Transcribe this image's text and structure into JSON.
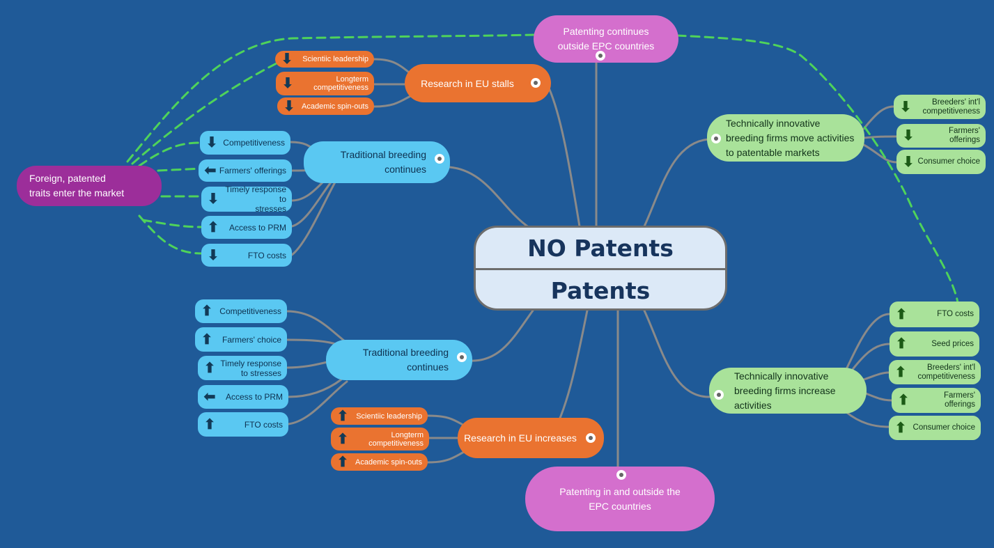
{
  "center": {
    "top_label": "NO Patents",
    "bottom_label": "Patents"
  },
  "top_pink": {
    "text": "Patenting continues\noutside EPC countries"
  },
  "bottom_pink": {
    "text": "Patenting in and outside the\nEPC countries"
  },
  "foreign": {
    "text": "Foreign, patented\ntraits enter the market"
  },
  "research_stalls": {
    "label": "Research  in EU stalls",
    "leaves": [
      {
        "label": "Scientiic leadership",
        "arrow": "down"
      },
      {
        "label": "Longterm\ncompetitiveness",
        "arrow": "down"
      },
      {
        "label": "Academic spin-outs",
        "arrow": "down"
      }
    ]
  },
  "trad_top": {
    "label": "Traditional breeding\ncontinues",
    "leaves": [
      {
        "label": "Competitiveness",
        "arrow": "down"
      },
      {
        "label": "Farmers' offerings",
        "arrow": "left-down"
      },
      {
        "label": "Timely response to\nstresses",
        "arrow": "down"
      },
      {
        "label": "Access to PRM",
        "arrow": "up"
      },
      {
        "label": "FTO costs",
        "arrow": "down"
      }
    ]
  },
  "tech_move": {
    "label": "Technically innovative\nbreeding firms move activities\nto patentable markets",
    "leaves": [
      {
        "label": "Breeders' int'l\ncompetitiveness",
        "arrow": "down"
      },
      {
        "label": "Farmers' offerings",
        "arrow": "down"
      },
      {
        "label": "Consumer choice",
        "arrow": "down"
      }
    ]
  },
  "trad_bottom": {
    "label": "Traditional breeding\ncontinues",
    "leaves": [
      {
        "label": "Competitiveness",
        "arrow": "up"
      },
      {
        "label": "Farmers' choice",
        "arrow": "up"
      },
      {
        "label": "Timely response\nto stresses",
        "arrow": "up"
      },
      {
        "label": "Access to PRM",
        "arrow": "left"
      },
      {
        "label": "FTO costs",
        "arrow": "up"
      }
    ]
  },
  "research_increases": {
    "label": "Research  in EU increases",
    "leaves": [
      {
        "label": "Scientiic leadership",
        "arrow": "up"
      },
      {
        "label": "Longterm\ncompetitiveness",
        "arrow": "up"
      },
      {
        "label": "Academic spin-outs",
        "arrow": "up"
      }
    ]
  },
  "tech_increase": {
    "label": "Technically innovative\nbreeding firms increase\nactivities",
    "leaves": [
      {
        "label": "FTO costs",
        "arrow": "up"
      },
      {
        "label": "Seed prices",
        "arrow": "up"
      },
      {
        "label": "Breeders' int'l\ncompetitiveness",
        "arrow": "up"
      },
      {
        "label": "Farmers' offerings",
        "arrow": "up"
      },
      {
        "label": "Consumer choice",
        "arrow": "up"
      }
    ]
  },
  "icons": {
    "up": "⬆",
    "down": "⬇",
    "left": "⬅",
    "left-down": "⬅"
  },
  "colors": {
    "background": "#1f5a98",
    "connector": "#8a8a8a",
    "dashed": "#4fd35a",
    "pink": "#d46fcd",
    "orange": "#ea7330",
    "blue": "#5ac8f2",
    "green": "#a9e29a",
    "purple": "#9c2e9a",
    "center_fill": "#dce9f7",
    "center_text": "#17345c"
  }
}
